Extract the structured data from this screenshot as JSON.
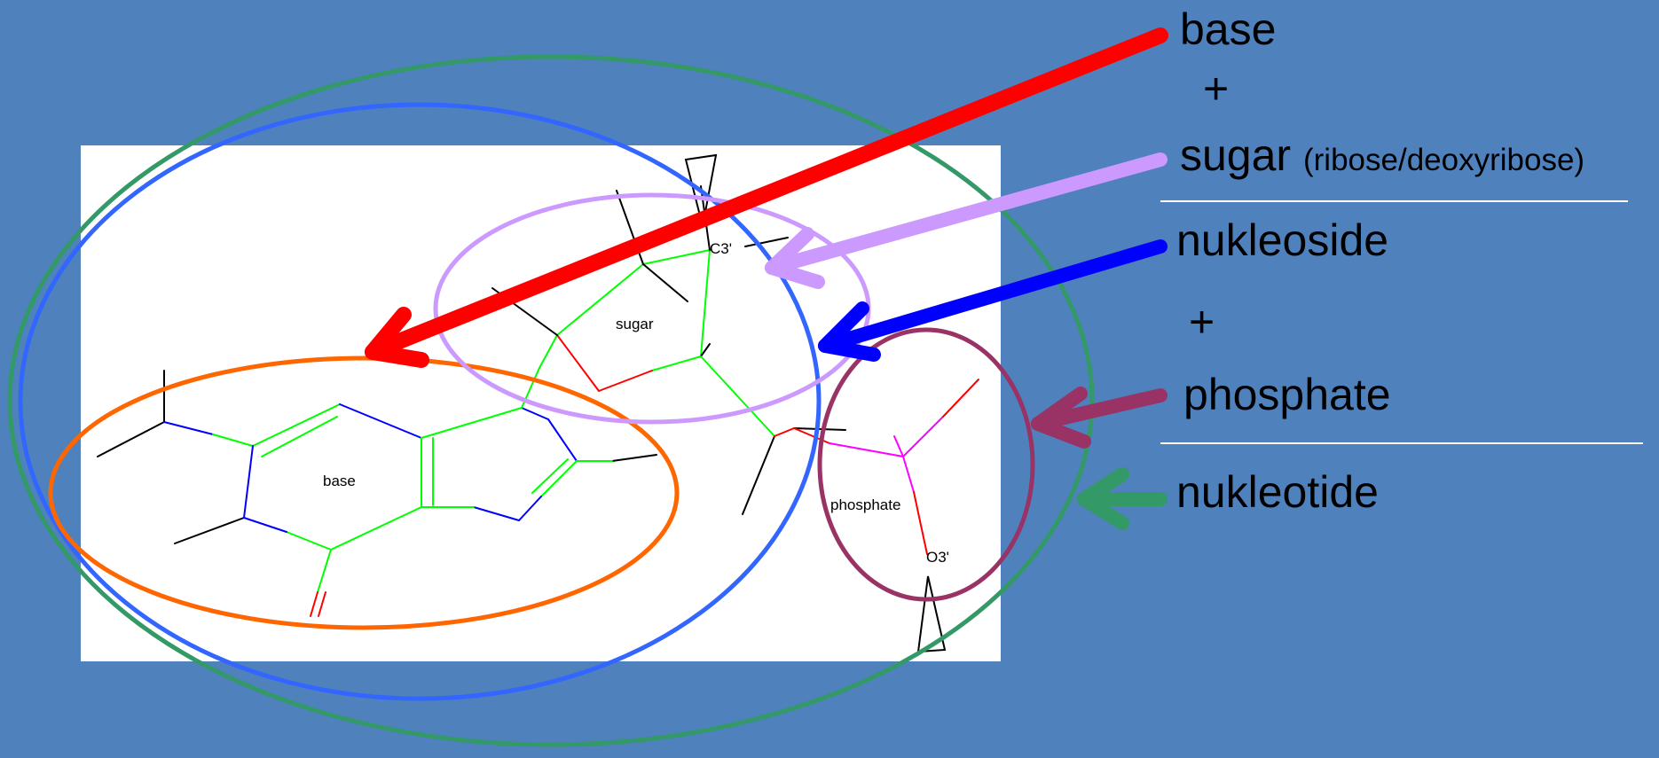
{
  "molecule": {
    "base_label": "base",
    "sugar_label": "sugar",
    "phosphate_label": "phosphate",
    "c3_label": "C3'",
    "o3_label": "O3'"
  },
  "legend": {
    "base": "base",
    "plus1": "+",
    "sugar": "sugar",
    "sugar_note": "(ribose/deoxyribose)",
    "nucleoside": "nukleoside",
    "plus2": "+",
    "phosphate": "phosphate",
    "nucleotide": "nukleotide"
  },
  "colors": {
    "background": "#4f81bd",
    "base_arrow": "#ff0000",
    "sugar_arrow": "#cc99ff",
    "nucleoside_arrow": "#0000ff",
    "phosphate_arrow": "#993366",
    "nucleotide_arrow": "#339966",
    "base_ellipse": "#ff6600",
    "sugar_ellipse": "#cc99ff",
    "nucleoside_ellipse": "#3366ff",
    "phosphate_ellipse": "#993366",
    "nucleotide_ellipse": "#339966"
  }
}
